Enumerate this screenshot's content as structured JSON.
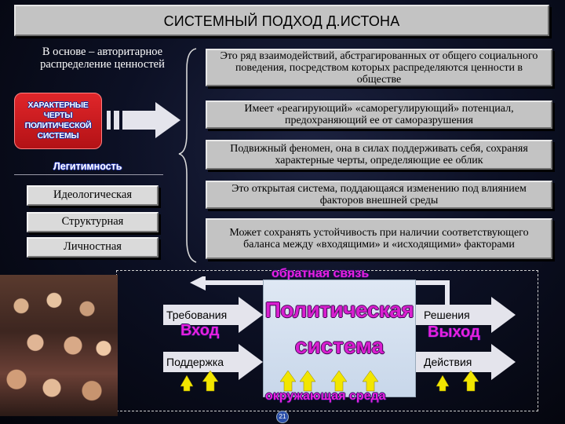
{
  "title": "СИСТЕМНЫЙ ПОДХОД Д.ИСТОНА",
  "left": {
    "base_text": "В основе – авторитарное распределение ценностей",
    "features_badge": "Характерные черты политической системы",
    "legitimacy": "Легитимность",
    "types": [
      "Идеологическая",
      "Структурная",
      "Личностная"
    ]
  },
  "statements": [
    "Это ряд взаимодействий, абстрагированных от общего социального поведения, посредством которых распределяются ценности в обществе",
    "Имеет «реагирующий» «саморегулирующий» потенциал, предохраняющий ее от саморазрушения",
    "Подвижный феномен, она в силах поддерживать себя, сохраняя характерные черты, определяющие ее облик",
    "Это открытая система, поддающаяся изменению под влиянием факторов внешней среды",
    "Может сохранять устойчивость при наличии соответствующего баланса между «входящими» и «исходящими» факторами"
  ],
  "diagram": {
    "feedback": "обратная связь",
    "system_line1": "Политическая",
    "system_line2": "система",
    "input_demands": "Требования",
    "input_support": "Поддержка",
    "input_label": "Вход",
    "output_decisions": "Решения",
    "output_actions": "Действия",
    "output_label": "Выход",
    "environment": "окружающая среда"
  },
  "page_number": "21",
  "colors": {
    "arrow_fill": "#e4e4ec",
    "wordart_magenta": "#e81fe0",
    "badge_red": "#d21c20",
    "yellow_arrow": "#f2e600"
  }
}
